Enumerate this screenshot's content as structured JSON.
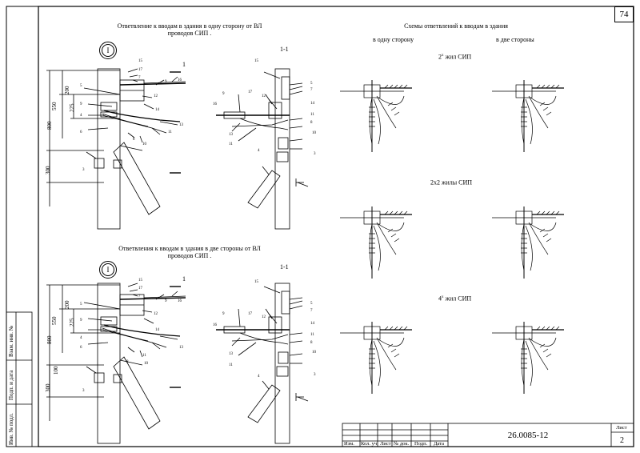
{
  "sheet_number": "74",
  "left_top": {
    "title": "Ответвление к вводам в здания в одну сторону от ВЛ проводов СИП .",
    "view_marker": "I",
    "section_label": "1-1",
    "section_mark": "1",
    "dims": [
      "200",
      "550",
      "225",
      "800",
      "300"
    ],
    "front_callouts": [
      "15",
      "17",
      "7",
      "9",
      "16",
      "5",
      "12",
      "9",
      "14",
      "4",
      "13",
      "11",
      "6",
      "10",
      "8",
      "3"
    ],
    "side_callouts": [
      "15",
      "5",
      "7",
      "9",
      "17",
      "12",
      "14",
      "16",
      "11",
      "8",
      "13",
      "10",
      "11",
      "4",
      "3"
    ]
  },
  "left_bottom": {
    "title": "Ответвления к вводам в здания в две стороны от ВЛ проводов СИП .",
    "view_marker": "I",
    "section_label": "1-1",
    "section_mark": "1",
    "dims": [
      "200",
      "550",
      "225",
      "800",
      "100",
      "300"
    ],
    "front_callouts": [
      "15",
      "17",
      "7",
      "9",
      "16",
      "5",
      "12",
      "9",
      "14",
      "4",
      "6",
      "13",
      "11",
      "8",
      "10",
      "3"
    ],
    "side_callouts": [
      "15",
      "5",
      "7",
      "9",
      "17",
      "12",
      "14",
      "16",
      "11",
      "8",
      "13",
      "10",
      "11",
      "4",
      "3"
    ]
  },
  "right": {
    "title": "Схемы ответвлений к вводам в здания",
    "col_one_side": "в одну сторону",
    "col_two_sides": "в две стороны",
    "rows": [
      {
        "label": "2",
        "sup": "x",
        "rest": " жил СИП"
      },
      {
        "label": "2x2 жилы СИП",
        "sup": "",
        "rest": ""
      },
      {
        "label": "4",
        "sup": "x",
        "rest": " жил СИП"
      }
    ]
  },
  "side_stamp": [
    "Взам. инв. №",
    "Подп. и дата",
    "Инв. № подл."
  ],
  "title_block": {
    "doc_number": "26.0085-12",
    "sheet_label": "Лист",
    "sheet": "2",
    "columns": [
      "Изм.",
      "Кол. уч",
      "Лист",
      "№ док.",
      "Подп.",
      "Дата"
    ]
  }
}
